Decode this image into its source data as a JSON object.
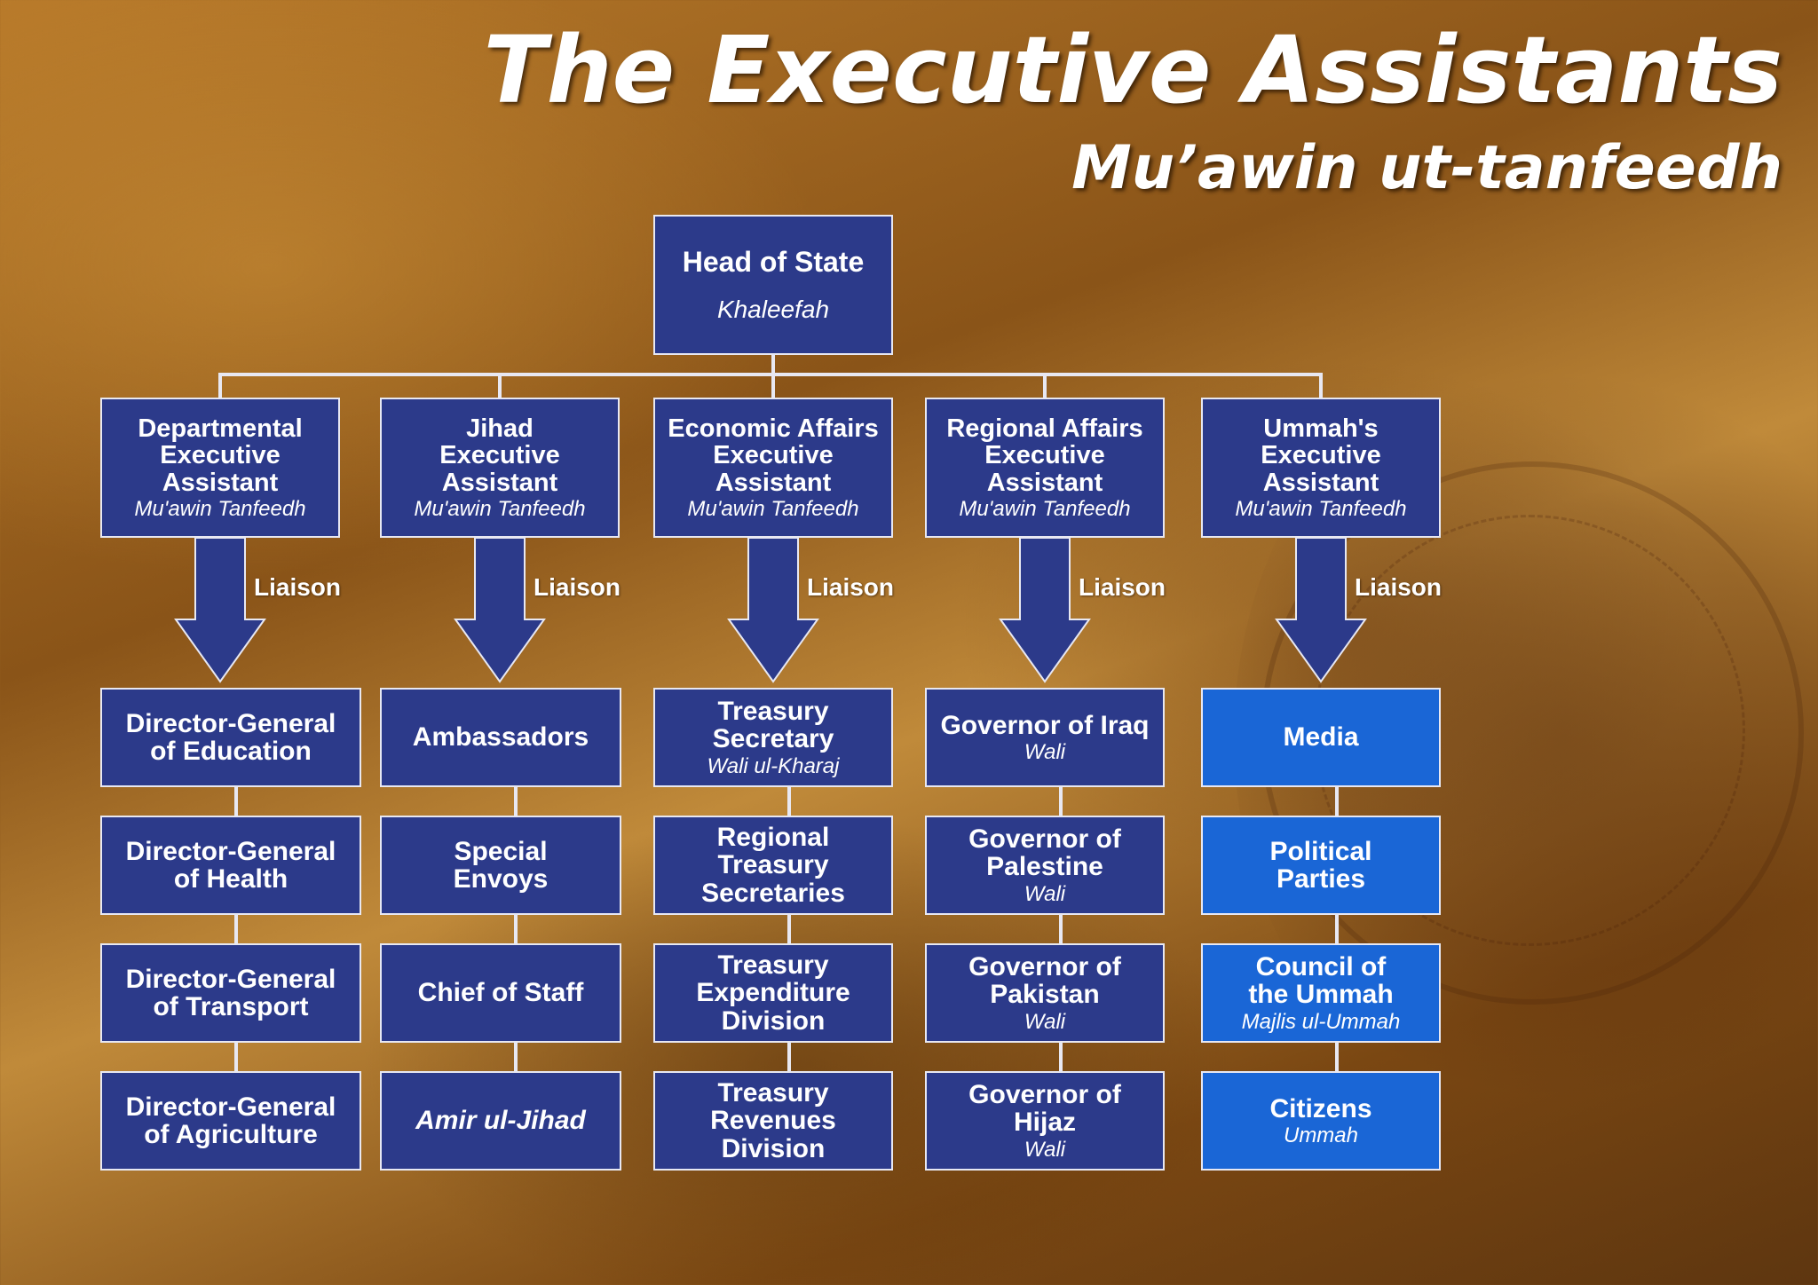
{
  "title": "The Executive Assistants",
  "subtitle": "Mu’awin ut-tanfeedh",
  "head": {
    "title": "Head of State",
    "sub": "Khaleefah"
  },
  "liaison_label": "Liaison",
  "assistants": [
    {
      "title": "Departmental\nExecutive\nAssistant",
      "sub": "Mu'awin Tanfeedh"
    },
    {
      "title": "Jihad\nExecutive\nAssistant",
      "sub": "Mu'awin Tanfeedh"
    },
    {
      "title": "Economic Affairs\nExecutive\nAssistant",
      "sub": "Mu'awin Tanfeedh"
    },
    {
      "title": "Regional Affairs\nExecutive\nAssistant",
      "sub": "Mu'awin Tanfeedh"
    },
    {
      "title": "Ummah's\nExecutive\nAssistant",
      "sub": "Mu'awin Tanfeedh"
    }
  ],
  "columns": [
    [
      {
        "title": "Director-General\nof Education",
        "sub": ""
      },
      {
        "title": "Director-General\nof Health",
        "sub": ""
      },
      {
        "title": "Director-General\nof Transport",
        "sub": ""
      },
      {
        "title": "Director-General\nof Agriculture",
        "sub": ""
      }
    ],
    [
      {
        "title": "Ambassadors",
        "sub": ""
      },
      {
        "title": "Special\nEnvoys",
        "sub": ""
      },
      {
        "title": "Chief of Staff",
        "sub": ""
      },
      {
        "title": "Amir ul-Jihad",
        "sub": "",
        "italic": true
      }
    ],
    [
      {
        "title": "Treasury\nSecretary",
        "sub": "Wali ul-Kharaj"
      },
      {
        "title": "Regional\nTreasury\nSecretaries",
        "sub": ""
      },
      {
        "title": "Treasury\nExpenditure\nDivision",
        "sub": ""
      },
      {
        "title": "Treasury\nRevenues\nDivision",
        "sub": ""
      }
    ],
    [
      {
        "title": "Governor of Iraq",
        "sub": "Wali"
      },
      {
        "title": "Governor of\nPalestine",
        "sub": "Wali"
      },
      {
        "title": "Governor of\nPakistan",
        "sub": "Wali"
      },
      {
        "title": "Governor of\nHijaz",
        "sub": "Wali"
      }
    ],
    [
      {
        "title": "Media",
        "sub": ""
      },
      {
        "title": "Political\nParties",
        "sub": ""
      },
      {
        "title": "Council of\nthe Ummah",
        "sub": "Majlis ul-Ummah"
      },
      {
        "title": "Citizens",
        "sub": "Ummah"
      }
    ]
  ],
  "colors": {
    "dark_box": "#2c3a8a",
    "light_box": "#1a66d6",
    "border": "#e8e8f2"
  }
}
